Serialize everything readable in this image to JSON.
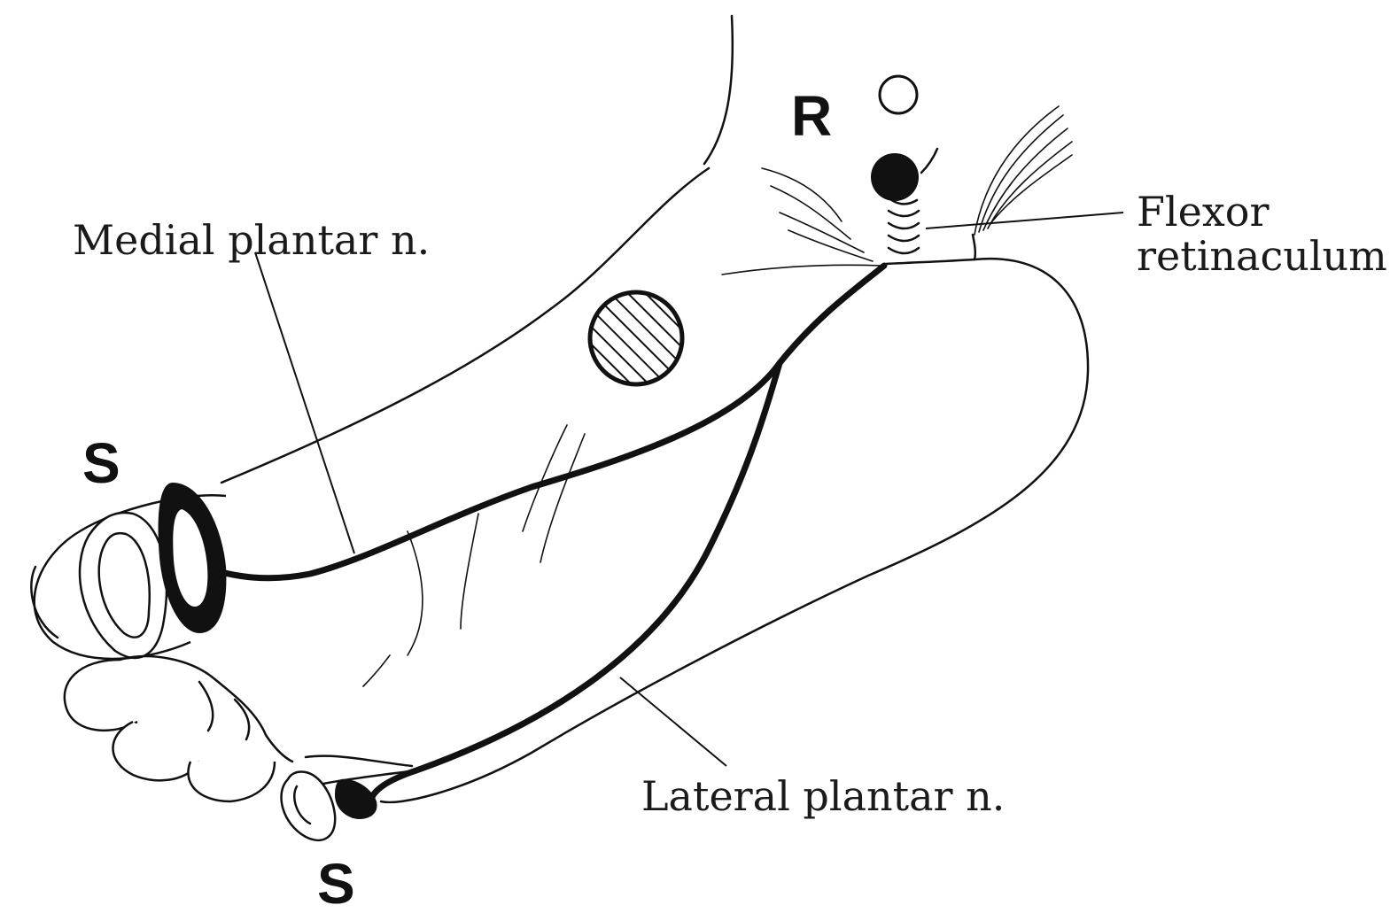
{
  "labels": {
    "medial_plantar": "Medial plantar n.",
    "lateral_plantar": "Lateral plantar n.",
    "flexor_line1": "Flexor",
    "flexor_line2": "retinaculum",
    "recording_marker": "R",
    "stim_marker_top": "S",
    "stim_marker_bottom": "S"
  },
  "colors": {
    "ink": "#111111",
    "background": "#ffffff"
  }
}
